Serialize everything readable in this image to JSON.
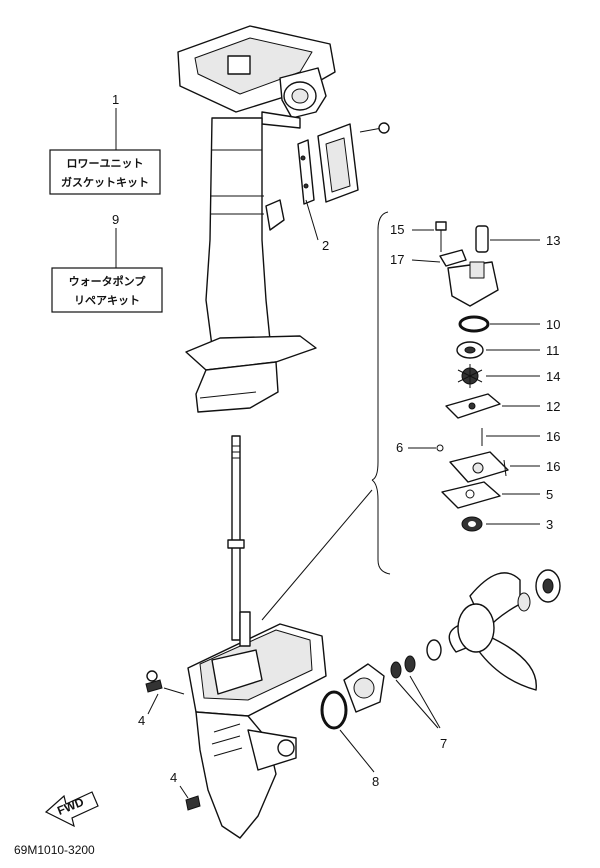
{
  "kits": {
    "lower_unit_gasket": {
      "number": "1",
      "line1": "ロワーユニット",
      "line2": "ガスケットキット"
    },
    "water_pump_repair": {
      "number": "9",
      "line1": "ウォータポンプ",
      "line2": "リペアキット"
    }
  },
  "callouts": [
    "2",
    "15",
    "13",
    "17",
    "10",
    "11",
    "14",
    "12",
    "6",
    "16",
    "16",
    "5",
    "3",
    "4",
    "4",
    "7",
    "8"
  ],
  "fwd_label": "FWD",
  "reference_code": "69M1010-3200"
}
